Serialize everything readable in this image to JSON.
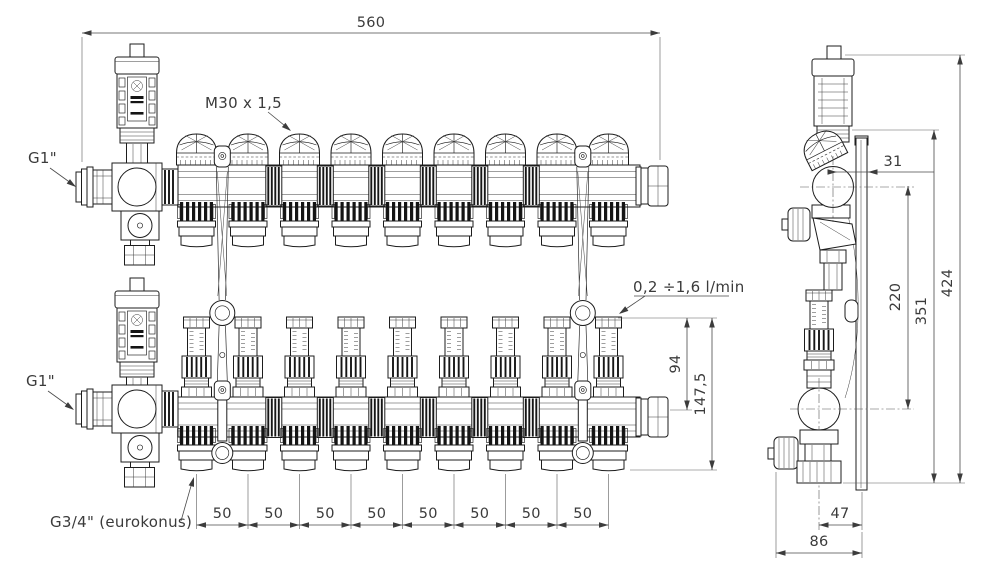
{
  "front_view": {
    "dim_total_width": "560",
    "valve_thread_label": "M30 x 1,5",
    "supply_connection_label": "G1\"",
    "return_connection_label": "G1\"",
    "flow_range_label": "0,2 ÷1,6 l/min",
    "dim_flow_meter_height": "94",
    "dim_overall_height": "147,5",
    "outlet_connection_label": "G3/4\" (eurokonus)",
    "outlet_spacings": [
      "50",
      "50",
      "50",
      "50",
      "50",
      "50",
      "50",
      "50"
    ],
    "loop_count": 9
  },
  "side_view": {
    "dim_wall_offset": "31",
    "dim_axis_spacing": "220",
    "dim_height_to_valve": "351",
    "dim_total_height": "424",
    "dim_axis_to_wall": "47",
    "dim_total_depth": "86"
  }
}
